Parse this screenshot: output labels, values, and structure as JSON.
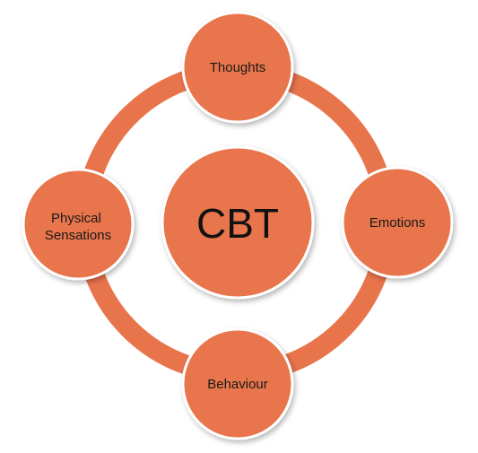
{
  "center": {
    "label": "CBT"
  },
  "nodes": {
    "top": {
      "label": "Thoughts"
    },
    "right": {
      "label": "Emotions"
    },
    "bottom": {
      "label": "Behaviour"
    },
    "left": {
      "line1": "Physical",
      "line2": "Sensations"
    }
  },
  "colors": {
    "fill": "#e8744c",
    "outline": "#ffffff",
    "text": "#1a1a1a",
    "background": "#ffffff"
  }
}
